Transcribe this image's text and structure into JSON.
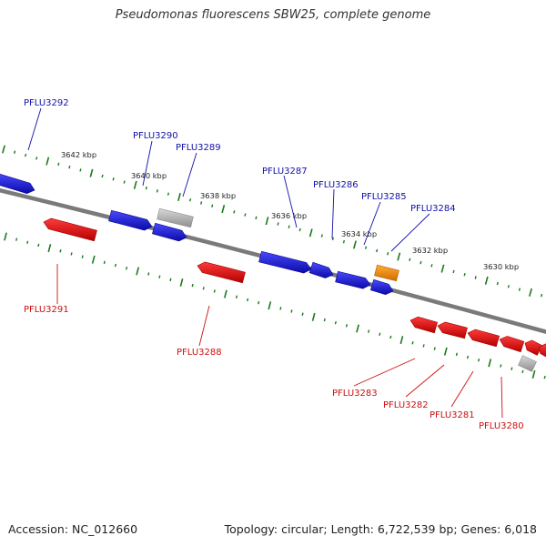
{
  "title": "Pseudomonas fluorescens SBW25, complete genome",
  "footer": {
    "accession": "Accession: NC_012660",
    "summary": "Topology: circular; Length: 6,722,539 bp; Genes: 6,018"
  },
  "colors": {
    "forward": "#1a1acc",
    "reverse": "#e01010",
    "pseudo": "#b0b0b0",
    "highlight": "#f08a00",
    "backbone": "#7a7a7a",
    "ticks": "#1a7a1a",
    "forward_label": "#1010aa",
    "reverse_label": "#cc1010"
  },
  "ruler": [
    "3642 kbp",
    "3640 kbp",
    "3638 kbp",
    "3636 kbp",
    "3634 kbp",
    "3632 kbp",
    "3630 kbp"
  ],
  "genes": [
    {
      "name": "PFLU3292",
      "strand": "forward"
    },
    {
      "name": "PFLU3291",
      "strand": "reverse"
    },
    {
      "name": "PFLU3290",
      "strand": "forward"
    },
    {
      "name": "PFLU3289",
      "strand": "forward"
    },
    {
      "name": "PFLU3288",
      "strand": "reverse"
    },
    {
      "name": "PFLU3287",
      "strand": "forward"
    },
    {
      "name": "PFLU3286",
      "strand": "forward"
    },
    {
      "name": "PFLU3285",
      "strand": "forward"
    },
    {
      "name": "PFLU3284",
      "strand": "forward"
    },
    {
      "name": "PFLU3283",
      "strand": "reverse"
    },
    {
      "name": "PFLU3282",
      "strand": "reverse"
    },
    {
      "name": "PFLU3281",
      "strand": "reverse"
    },
    {
      "name": "PFLU3280",
      "strand": "reverse"
    }
  ]
}
